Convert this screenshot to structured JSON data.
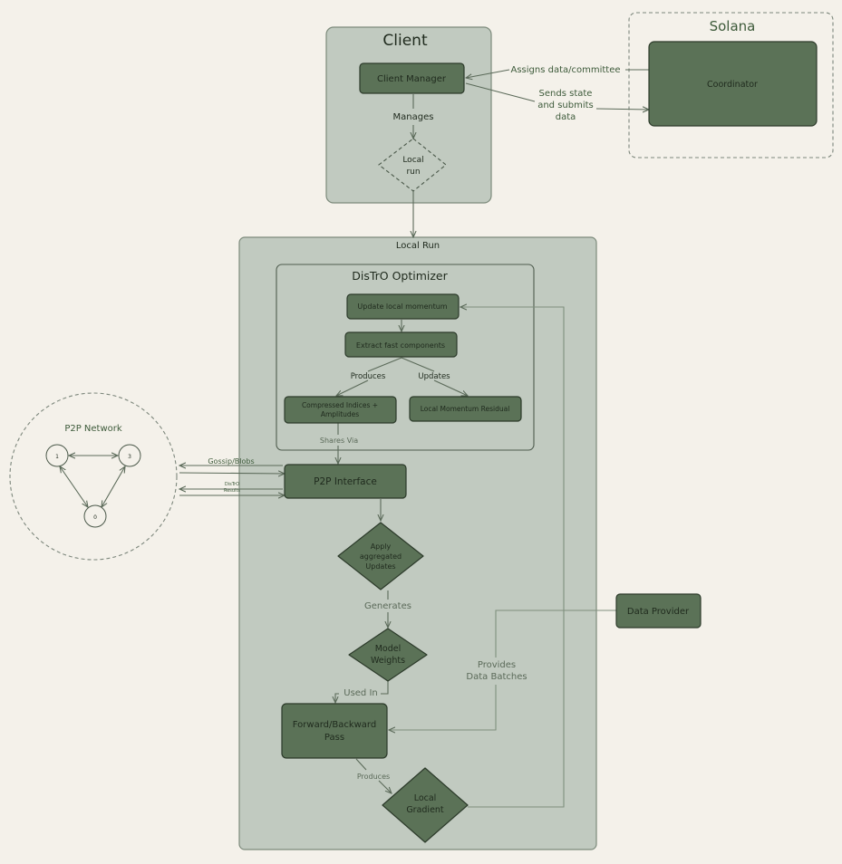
{
  "colors": {
    "background": "#f4f1ea",
    "container": "#c1cac0",
    "node_fill": "#5b7257",
    "node_text": "#1f2a1d",
    "edge": "#5b6a59"
  },
  "client": {
    "title": "Client",
    "manager": "Client Manager",
    "manages_label": "Manages",
    "local_run_line1": "Local",
    "local_run_line2": "run"
  },
  "solana": {
    "title": "Solana",
    "coordinator": "Coordinator"
  },
  "edges": {
    "assigns": "Assigns data/committee",
    "sends_line1": "Sends state",
    "sends_line2": "and submits",
    "sends_line3": "data",
    "produces": "Produces",
    "updates": "Updates",
    "shares_via": "Shares Via",
    "gossip": "Gossip/Blobs",
    "distro_line1": "DisTrO",
    "distro_line2": "Results",
    "generates": "Generates",
    "used_in": "Used In",
    "provides_line1": "Provides",
    "provides_line2": "Data Batches",
    "produces2": "Produces"
  },
  "local_run": {
    "title": "Local Run",
    "distro_title": "DisTrO Optimizer",
    "update_momentum": "Update local momentum",
    "extract_fast": "Extract fast components",
    "compressed_line1": "Compressed Indices +",
    "compressed_line2": "Amplitudes",
    "local_residual": "Local Momentum Residual",
    "p2p_interface": "P2P Interface",
    "apply_line1": "Apply",
    "apply_line2": "aggregated",
    "apply_line3": "Updates",
    "weights_line1": "Model",
    "weights_line2": "Weights",
    "forward_line1": "Forward/Backward",
    "forward_line2": "Pass",
    "gradient_line1": "Local",
    "gradient_line2": "Gradient"
  },
  "p2p": {
    "title": "P2P Network",
    "node_a": "1",
    "node_b": "3",
    "node_c": "0"
  },
  "data_provider": "Data Provider"
}
